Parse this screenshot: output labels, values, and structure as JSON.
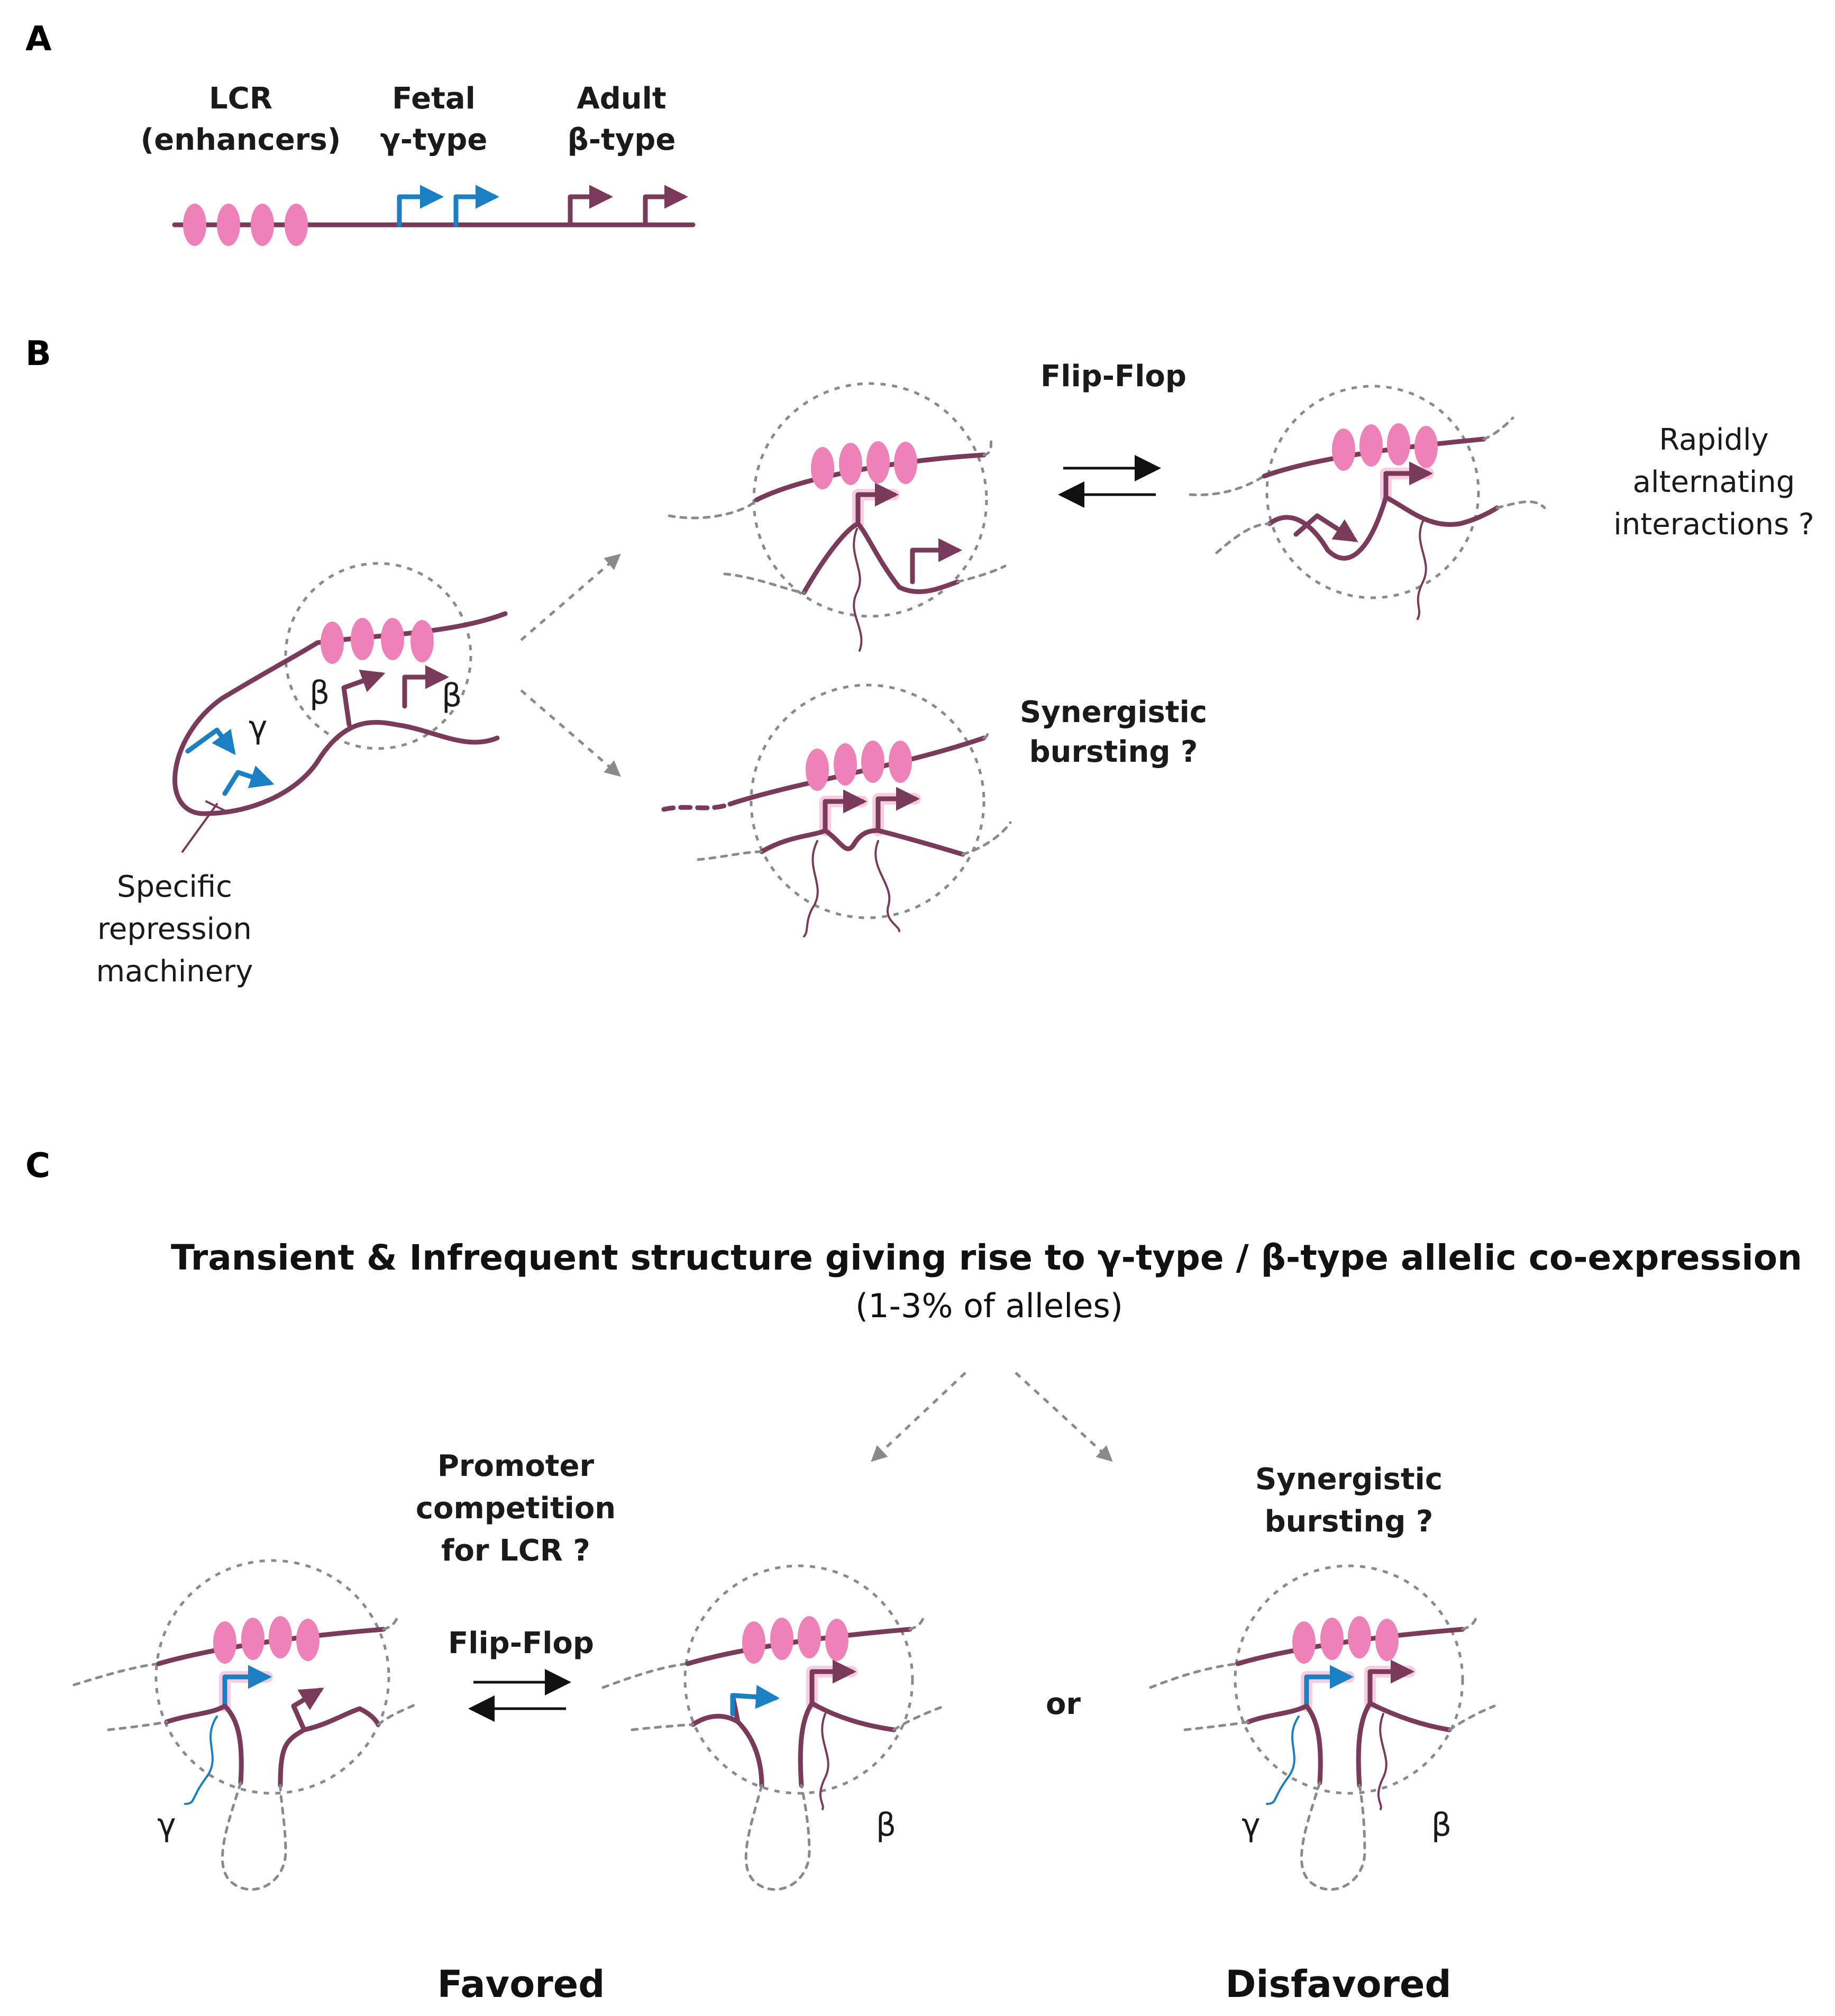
{
  "panels": {
    "a": "A",
    "b": "B",
    "c": "C"
  },
  "panel_a": {
    "lcr_line1": "LCR",
    "lcr_line2": "(enhancers)",
    "fetal_line1": "Fetal",
    "fetal_line2": "γ-type",
    "adult_line1": "Adult",
    "adult_line2": "β-type"
  },
  "panel_b": {
    "gamma": "γ",
    "beta1": "β",
    "beta2": "β",
    "repression_line1": "Specific",
    "repression_line2": "repression",
    "repression_line3": "machinery",
    "flipflop": "Flip-Flop",
    "rapid_line1": "Rapidly",
    "rapid_line2": "alternating",
    "rapid_line3": "interactions ?",
    "syn_line1": "Synergistic",
    "syn_line2": "bursting ?"
  },
  "panel_c": {
    "title": "Transient & Infrequent structure giving rise to γ-type / β-type allelic co-expression",
    "subtitle": "(1-3% of alleles)",
    "promoter_line1": "Promoter",
    "promoter_line2": "competition",
    "promoter_line3": "for LCR ?",
    "flipflop": "Flip-Flop",
    "or": "or",
    "syn_line1": "Synergistic",
    "syn_line2": "bursting ?",
    "gamma1": "γ",
    "beta1": "β",
    "gamma2": "γ",
    "beta2": "β",
    "favored": "Favored",
    "disfavored": "Disfavored"
  },
  "colors": {
    "chromatin": "#7a3b5a",
    "fetal_promoter": "#1b7fc4",
    "enhancer": "#ee82b8",
    "dashed": "#8a8a8a"
  }
}
